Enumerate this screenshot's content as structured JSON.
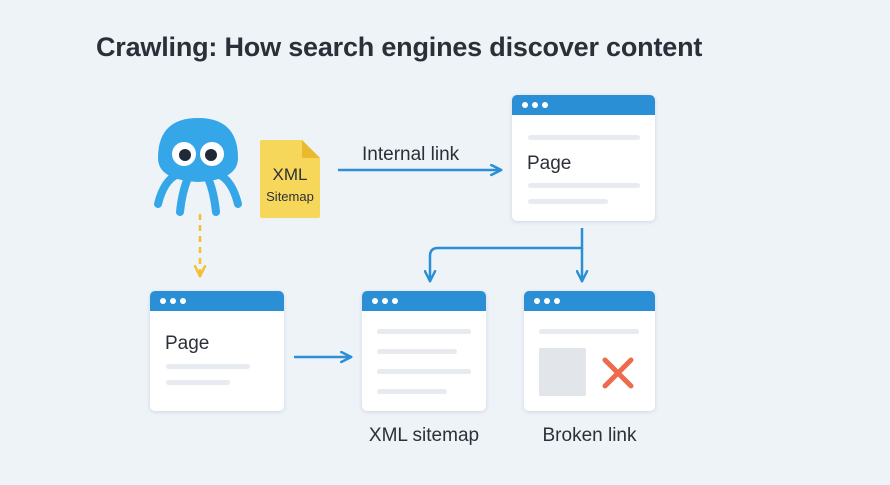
{
  "title": "Crawling: How search engines discover content",
  "sitemap_icon": {
    "line1": "XML",
    "line2": "Sitemap"
  },
  "edge_labels": {
    "internal_link": "Internal link"
  },
  "pages": {
    "top_page": "Page",
    "left_page": "Page"
  },
  "node_labels": {
    "xml_sitemap": "XML sitemap",
    "broken_link": "Broken link"
  },
  "colors": {
    "accent_blue": "#2b8fd6",
    "crawler_blue": "#35a6e8",
    "sitemap_yellow": "#f7d75a",
    "dashed_yellow": "#f3c033",
    "error_red": "#ee6a4d",
    "background": "#eef3f8"
  },
  "icons": [
    "crawler-spider-icon",
    "xml-sitemap-file-icon",
    "broken-link-x-icon"
  ]
}
